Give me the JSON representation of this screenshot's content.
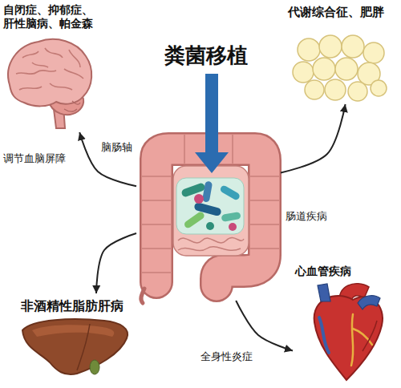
{
  "diagram": {
    "title": "粪菌移植",
    "nodes": [
      {
        "text": [
          "自闭症、抑郁症、肝性脑病、帕金森"
        ]
      },
      {
        "text": [
          "代谢综合征、肥胖"
        ]
      },
      {
        "text": [
          "肠道疾病"
        ]
      },
      {
        "text": [
          "非酒精性脂肪肝病"
        ]
      },
      {
        "text": [
          "心血管疾病"
        ]
      }
    ],
    "edges": [
      {
        "from": 2,
        "to": 0,
        "arrow": "to",
        "label": "脑肠轴"
      },
      {
        "from": 2,
        "to": 1,
        "arrow": "to"
      },
      {
        "from": 2,
        "to": 3,
        "arrow": "to"
      },
      {
        "from": 2,
        "to": 4,
        "arrow": "to",
        "label": "全身性炎症"
      }
    ],
    "labels": [
      "调节血脑屏障"
    ]
  }
}
